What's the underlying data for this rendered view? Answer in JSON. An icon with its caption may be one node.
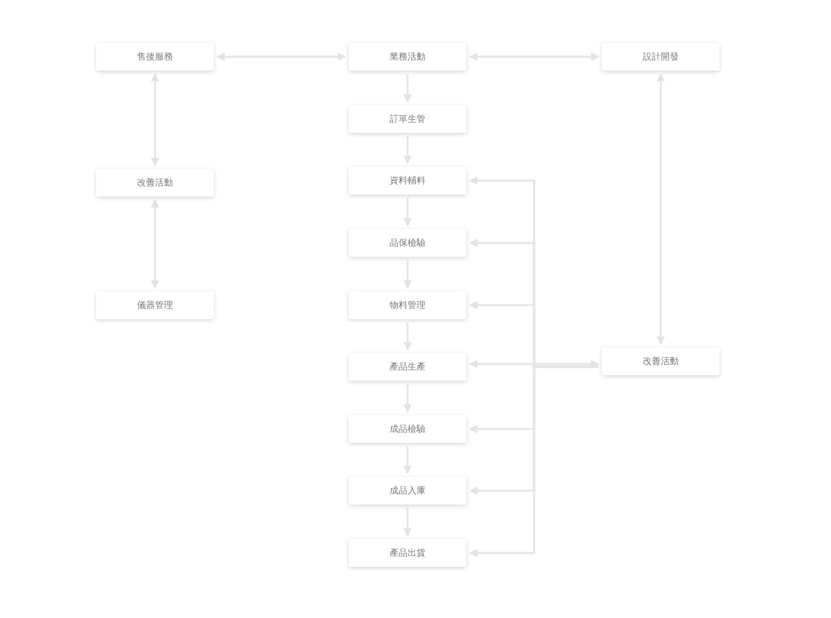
{
  "diagram": {
    "nodes": [
      {
        "text": [
          "售後服務"
        ]
      },
      {
        "text": [
          "業務活動"
        ]
      },
      {
        "text": [
          "設計開發"
        ]
      },
      {
        "text": [
          "訂單生管"
        ]
      },
      {
        "text": [
          "改善活動"
        ]
      },
      {
        "text": [
          "資料輔料"
        ]
      },
      {
        "text": [
          "品保檢驗"
        ]
      },
      {
        "text": [
          "儀器管理"
        ]
      },
      {
        "text": [
          "物料管理"
        ]
      },
      {
        "text": [
          "產品生產"
        ]
      },
      {
        "text": [
          "改善活動"
        ]
      },
      {
        "text": [
          "成品檢驗"
        ]
      },
      {
        "text": [
          "成品入庫"
        ]
      },
      {
        "text": [
          "產品出貨"
        ]
      }
    ],
    "edges": [
      {
        "from": 0,
        "to": 1,
        "arrow": "both"
      },
      {
        "from": 1,
        "to": 2,
        "arrow": "both"
      },
      {
        "from": 0,
        "to": 4,
        "arrow": "both"
      },
      {
        "from": 4,
        "to": 7,
        "arrow": "both"
      },
      {
        "from": 2,
        "to": 10,
        "arrow": "both"
      },
      {
        "from": 1,
        "to": 3,
        "arrow": "to"
      },
      {
        "from": 3,
        "to": 5,
        "arrow": "to"
      },
      {
        "from": 5,
        "to": 6,
        "arrow": "to"
      },
      {
        "from": 6,
        "to": 8,
        "arrow": "to"
      },
      {
        "from": 8,
        "to": 9,
        "arrow": "to"
      },
      {
        "from": 9,
        "to": 11,
        "arrow": "to"
      },
      {
        "from": 11,
        "to": 12,
        "arrow": "to"
      },
      {
        "from": 12,
        "to": 13,
        "arrow": "to"
      },
      {
        "from": 10,
        "to": 9,
        "arrow": "both"
      },
      {
        "from": 10,
        "to": 5,
        "arrow": "to"
      },
      {
        "from": 10,
        "to": 6,
        "arrow": "to"
      },
      {
        "from": 10,
        "to": 8,
        "arrow": "to"
      },
      {
        "from": 10,
        "to": 11,
        "arrow": "to"
      },
      {
        "from": 10,
        "to": 12,
        "arrow": "to"
      },
      {
        "from": 10,
        "to": 13,
        "arrow": "to"
      }
    ]
  }
}
